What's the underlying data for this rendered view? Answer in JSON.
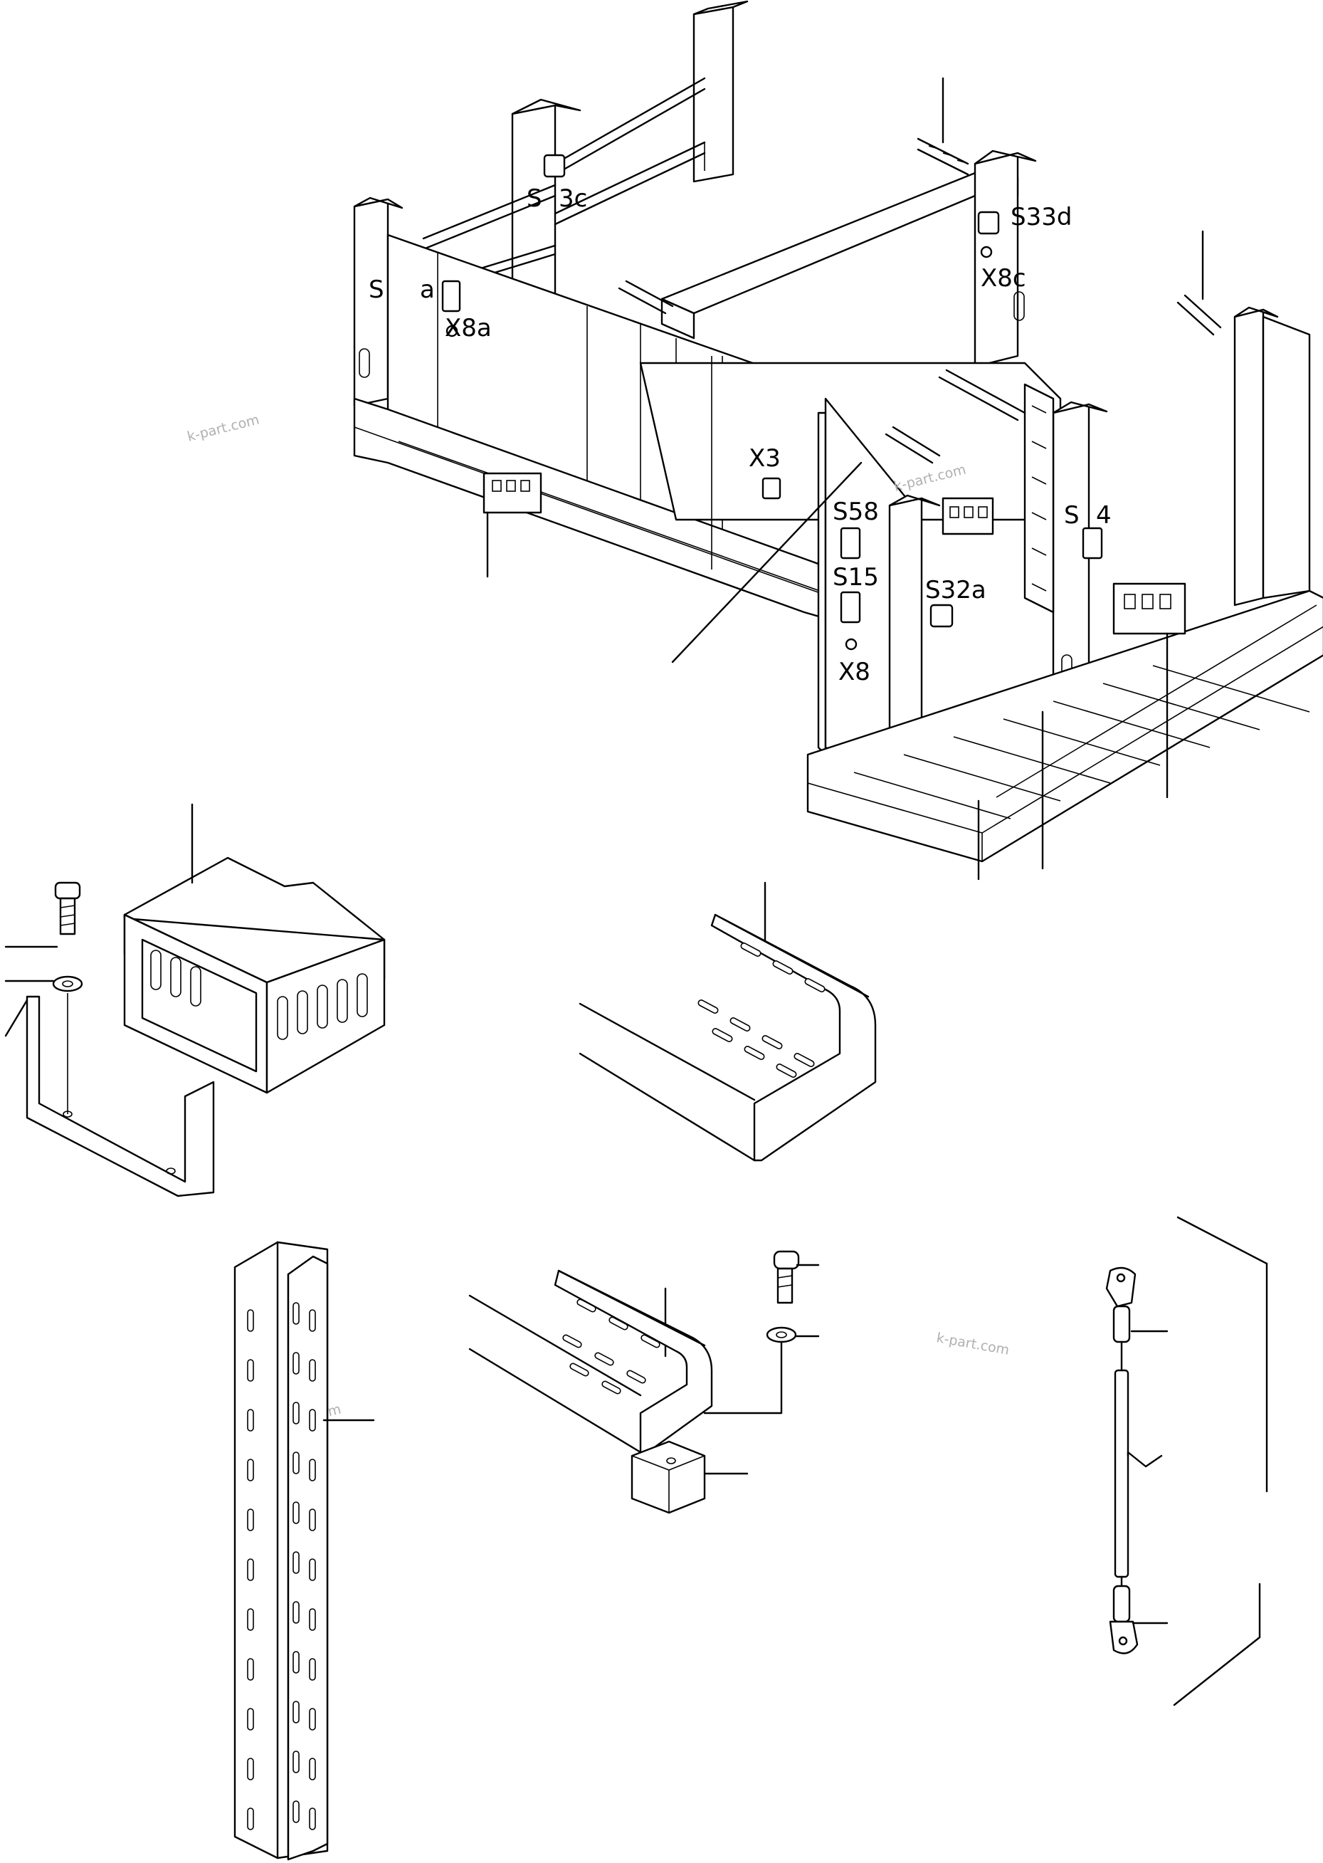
{
  "labels": {
    "s3c_a": "S",
    "s3c_b": "3c",
    "s33d": "S33d",
    "x8c": "X8c",
    "sa_a": "S",
    "sa_b": "a",
    "x8a": "X8a",
    "x3": "X3",
    "s58": "S58",
    "s15": "S15",
    "s32a": "S32a",
    "x8": "X8",
    "s4_a": "S",
    "s4_b": "4"
  },
  "watermarks": [
    "k-part.com",
    "k-part.com",
    "k-part.com",
    "k-part.com"
  ]
}
